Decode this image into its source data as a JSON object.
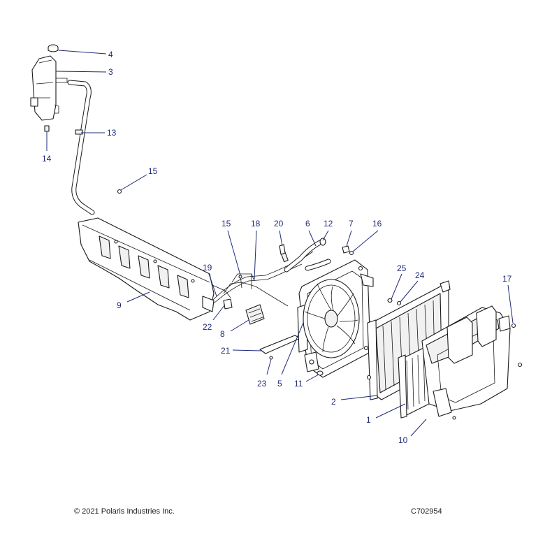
{
  "callouts": {
    "c1": "1",
    "c2": "2",
    "c3": "3",
    "c4": "4",
    "c5": "5",
    "c6": "6",
    "c7": "7",
    "c8": "8",
    "c9": "9",
    "c10": "10",
    "c11": "11",
    "c12": "12",
    "c13": "13",
    "c14": "14",
    "c15a": "15",
    "c15b": "15",
    "c16": "16",
    "c17": "17",
    "c18": "18",
    "c19": "19",
    "c20": "20",
    "c21": "21",
    "c22": "22",
    "c23": "23",
    "c24": "24",
    "c25": "25"
  },
  "footer": {
    "copyright": "© 2021 Polaris Industries Inc.",
    "diagram_id": "C702954"
  },
  "colors": {
    "callout": "#1f2a7a",
    "line_art": "#1a1a1a",
    "background": "#ffffff"
  }
}
